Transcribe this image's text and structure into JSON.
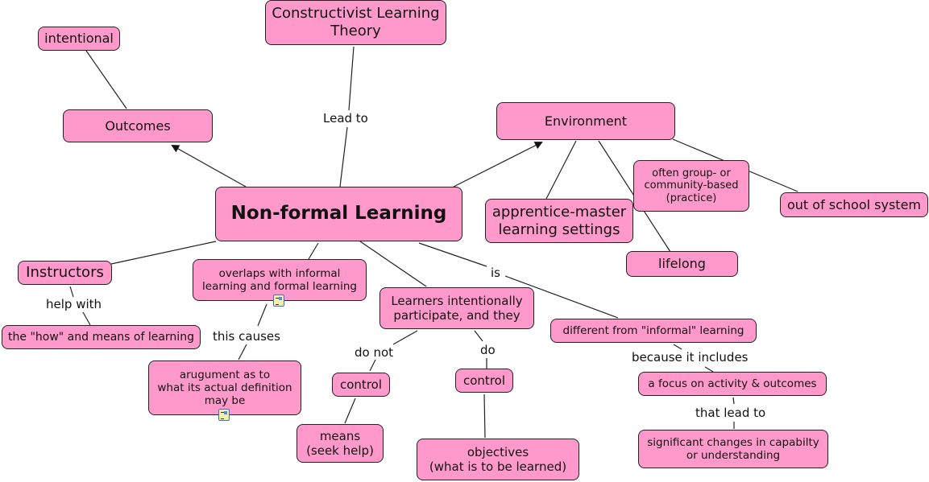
{
  "concepts": {
    "central": "Non-formal Learning",
    "constructivist": "Constructivist Learning\nTheory",
    "intentional": "intentional",
    "outcomes": "Outcomes",
    "environment": "Environment",
    "apprentice": "apprentice-master\nlearning settings",
    "group_based": "often group- or\ncommunity-based\n(practice)",
    "out_of_school": "out of school system",
    "lifelong": "lifelong",
    "instructors": "Instructors",
    "how_means": "the \"how\" and means of learning",
    "overlaps": "overlaps with informal\nlearning and formal learning",
    "argument": "arugument as to\nwhat its actual definition\nmay be",
    "learners": "Learners intentionally\nparticipate, and they",
    "control_not": "control",
    "means": "means\n(seek help)",
    "control_do": "control",
    "objectives": "objectives\n(what is to be learned)",
    "different": "different from \"informal\" learning",
    "focus": "a focus on activity & outcomes",
    "changes": "significant changes in capabilty\nor understanding"
  },
  "linking_phrases": {
    "lead_to": "Lead to",
    "help_with": "help with",
    "this_causes": "this causes",
    "do_not": "do not",
    "do": "do",
    "is": "is",
    "because": "because it includes",
    "that_lead_to": "that lead to"
  },
  "resource_icons": [
    "document-resource-icon",
    "document-resource-icon"
  ],
  "colors": {
    "node_fill": "#ff99cc",
    "node_border": "#222222",
    "line": "#222222"
  }
}
